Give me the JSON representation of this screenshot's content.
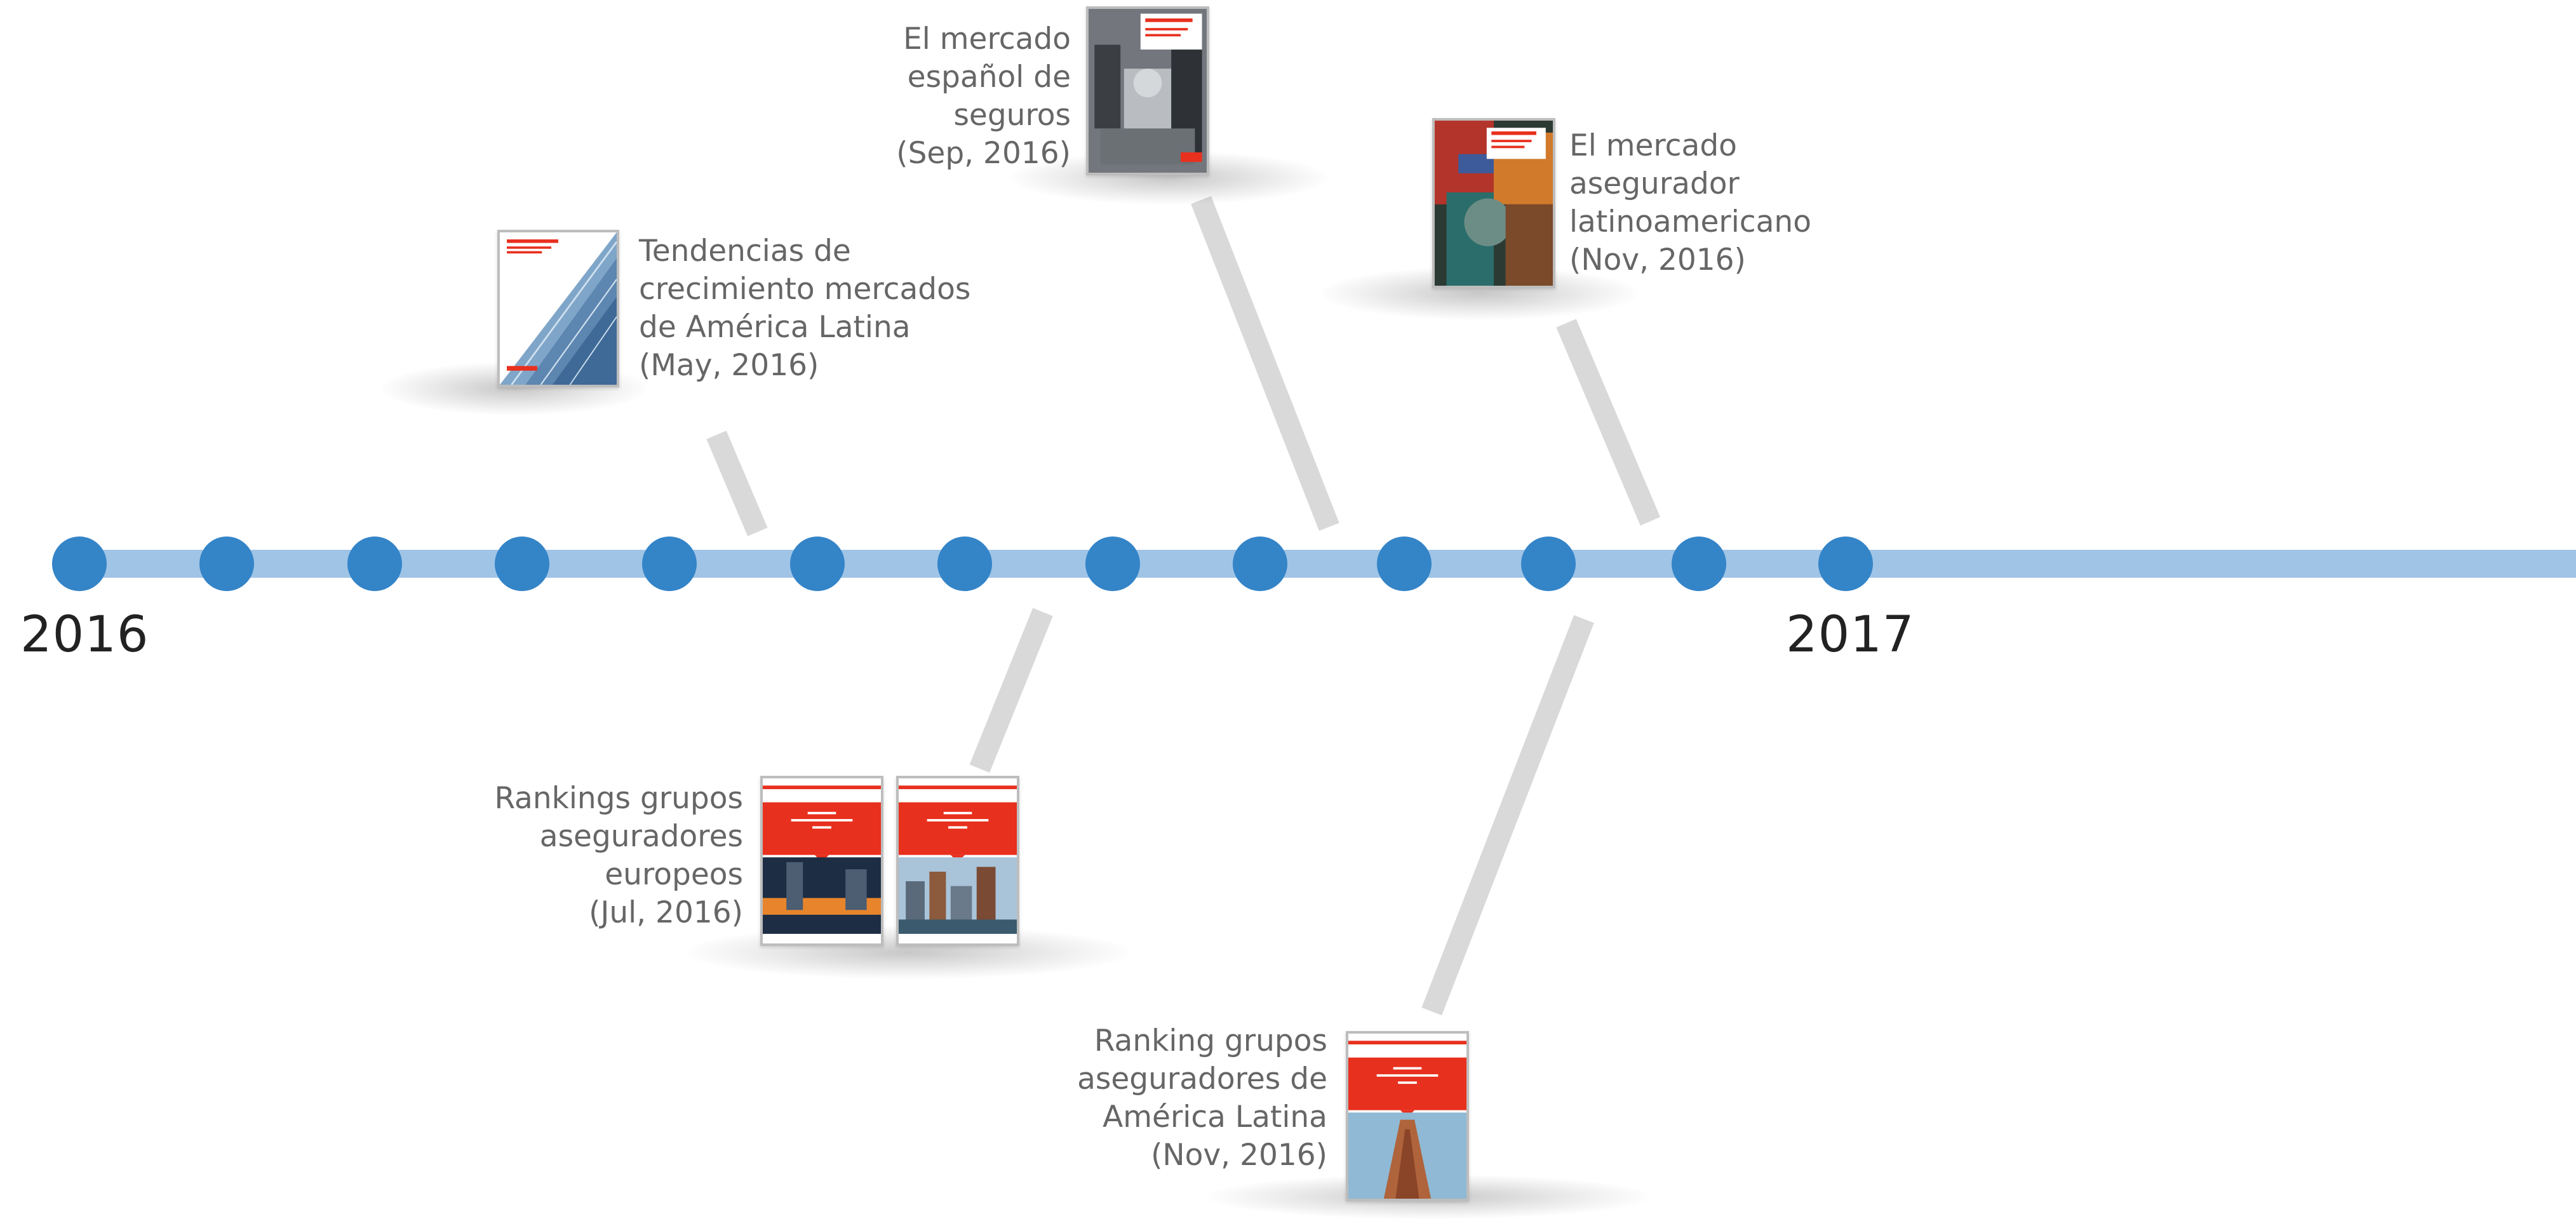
{
  "timeline": {
    "years": [
      {
        "label": "2016"
      },
      {
        "label": "2017"
      }
    ]
  },
  "publications": [
    {
      "id": "tendencias",
      "lines": [
        "Tendencias de",
        "crecimiento mercados",
        "de América Latina",
        "(May, 2016)"
      ]
    },
    {
      "id": "mercado-espanol",
      "lines": [
        "El mercado",
        "español de",
        "seguros",
        "(Sep, 2016)"
      ]
    },
    {
      "id": "latinoamericano",
      "lines": [
        "El mercado",
        "asegurador",
        "latinoamericano",
        "(Nov, 2016)"
      ]
    },
    {
      "id": "rankings-europeos",
      "lines": [
        "Rankings grupos",
        "aseguradores",
        "europeos",
        "(Jul, 2016)"
      ]
    },
    {
      "id": "ranking-latam",
      "lines": [
        "Ranking grupos",
        "aseguradores de",
        "América Latina",
        "(Nov, 2016)"
      ]
    }
  ],
  "colors": {
    "track": "#9fc4e6",
    "dot": "#3484c8",
    "connector": "#d9d9d9",
    "cover_red": "#e8301e",
    "label_text": "#666666",
    "year_text": "#222222"
  }
}
